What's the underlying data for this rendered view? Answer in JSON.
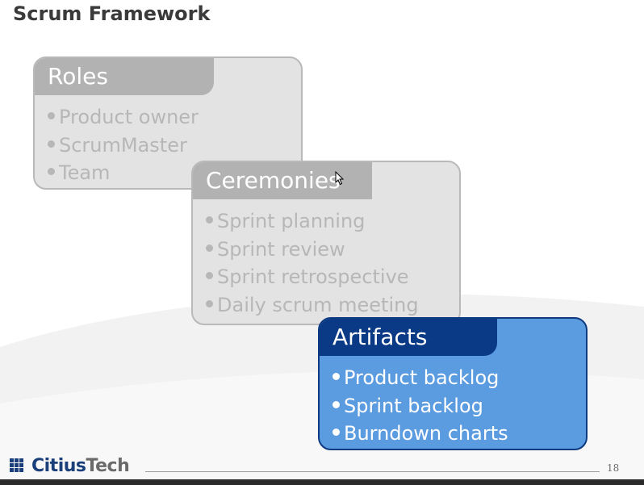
{
  "title": "Scrum Framework",
  "boxes": {
    "roles": {
      "header": "Roles",
      "items": [
        "Product owner",
        "ScrumMaster",
        "Team"
      ]
    },
    "ceremonies": {
      "header": "Ceremonies",
      "items": [
        "Sprint planning",
        "Sprint review",
        "Sprint retrospective",
        "Daily scrum meeting"
      ]
    },
    "artifacts": {
      "header": "Artifacts",
      "items": [
        "Product backlog",
        "Sprint backlog",
        "Burndown charts"
      ]
    }
  },
  "footer": {
    "logo_part1": "Citius",
    "logo_part2": "Tech",
    "page_number": "18"
  },
  "colors": {
    "inactive_box": "#e3e3e3",
    "inactive_header": "#b2b2b2",
    "active_box": "#5b9bdf",
    "active_header": "#0a3a85",
    "brand_blue": "#1a3f7a"
  },
  "icons": [
    "mouse-cursor-icon",
    "citiustech-logo-icon"
  ]
}
